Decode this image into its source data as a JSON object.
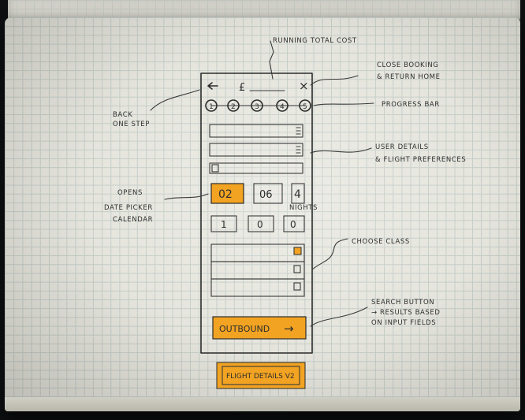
{
  "annotations": {
    "running_total": "RUNNING TOTAL COST",
    "close_booking_line1": "CLOSE BOOKING",
    "close_booking_line2": "& RETURN HOME",
    "back_line1": "BACK",
    "back_line2": "ONE STEP",
    "progress_bar": "PROGRESS BAR",
    "user_details_line1": "USER DETAILS",
    "user_details_line2": "& FLIGHT PREFERENCES",
    "date_picker_line1": "OPENS",
    "date_picker_line2": "DATE PICKER",
    "date_picker_line3": "CALENDAR",
    "choose_class": "CHOOSE CLASS",
    "search_line1": "SEARCH BUTTON",
    "search_line2": "→ RESULTS BASED",
    "search_line3": "ON INPUT FIELDS"
  },
  "wireframe": {
    "total_symbol": "£",
    "close_symbol": "×",
    "steps": [
      "1",
      "2",
      "3",
      "4",
      "5"
    ],
    "date_day": "02",
    "date_month": "06",
    "nights_value": "4",
    "nights_label": "NIGHTS",
    "passengers": [
      "1",
      "0",
      "0"
    ],
    "outbound_label": "OUTBOUND",
    "outbound_arrow": "→"
  },
  "sketch_title": "FLIGHT DETAILS V2",
  "colors": {
    "highlight": "#f2a322",
    "paper": "#e6e5dd",
    "ink": "#2b2b2b"
  }
}
